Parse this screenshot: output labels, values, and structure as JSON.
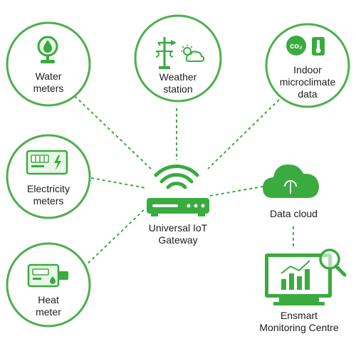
{
  "colors": {
    "primary": "#3aab3f",
    "light": "#e9f6e9",
    "ring": "#4caf50",
    "text": "#1d1d1d"
  },
  "nodes": {
    "water": {
      "line1": "Water",
      "line2": "meters",
      "icon": "water-drop-icon"
    },
    "weather": {
      "line1": "Weather",
      "line2": "station",
      "icon": "weather-station-icon"
    },
    "indoor": {
      "line1": "Indoor",
      "line2": "microclimate",
      "line3": "data",
      "icon_text": "co₂",
      "icon": "thermometer-icon"
    },
    "electricity": {
      "line1": "Electricity",
      "line2": "meters",
      "icon": "electricity-meter-icon"
    },
    "heat": {
      "line1": "Heat",
      "line2": "meter",
      "icon": "heat-meter-icon"
    }
  },
  "gateway": {
    "line1": "Universal IoT",
    "line2": "Gateway",
    "icon": "wifi-router-icon"
  },
  "cloud": {
    "label": "Data cloud",
    "icon": "cloud-icon"
  },
  "monitoring": {
    "line1": "Ensmart",
    "line2": "Monitoring Centre",
    "icon": "monitor-chart-icon"
  }
}
